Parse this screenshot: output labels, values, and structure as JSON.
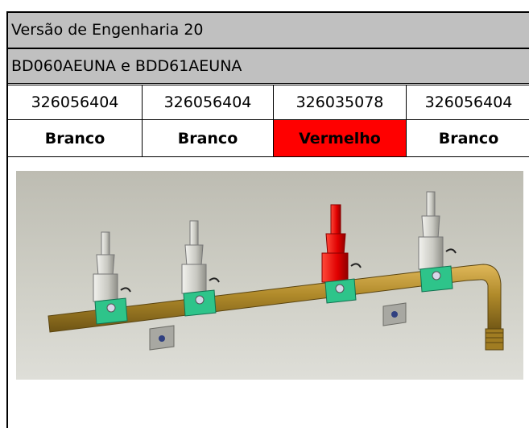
{
  "title": "Versão de Engenharia 20",
  "subtitle": "BD060AEUNA e BDD61AEUNA",
  "part_numbers": [
    "326056404",
    "326056404",
    "326035078",
    "326056404"
  ],
  "colors": [
    "Branco",
    "Branco",
    "Vermelho",
    "Branco"
  ],
  "highlight_color": "#ff0000",
  "header_bg": "#c0c0c0",
  "image": {
    "name": "gas-manifold-render"
  }
}
